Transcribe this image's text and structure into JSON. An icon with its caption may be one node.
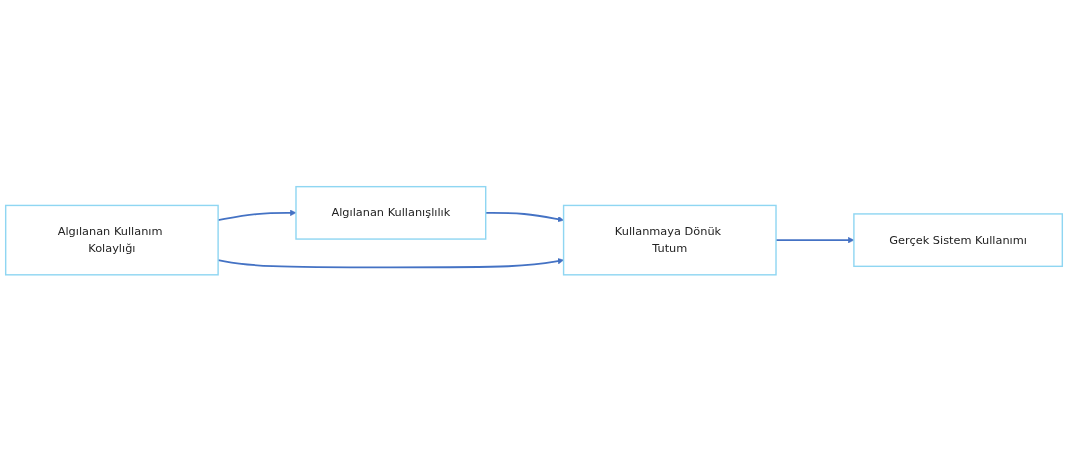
{
  "diagram": {
    "nodes": [
      {
        "text": [
          "Algılanan Kullanışlılık"
        ]
      },
      {
        "text": [
          "Algılanan Kullanım Kolaylığı"
        ]
      },
      {
        "text": [
          "Kullanmaya Dönük Tutum"
        ]
      },
      {
        "text": [
          "Gerçek Sistem Kullanımı"
        ]
      }
    ],
    "edges": [
      {
        "from": 1,
        "to": 0,
        "arrow": "to"
      },
      {
        "from": 0,
        "to": 2,
        "arrow": "to"
      },
      {
        "from": 1,
        "to": 2,
        "arrow": "to"
      },
      {
        "from": 2,
        "to": 3,
        "arrow": "to"
      }
    ]
  }
}
